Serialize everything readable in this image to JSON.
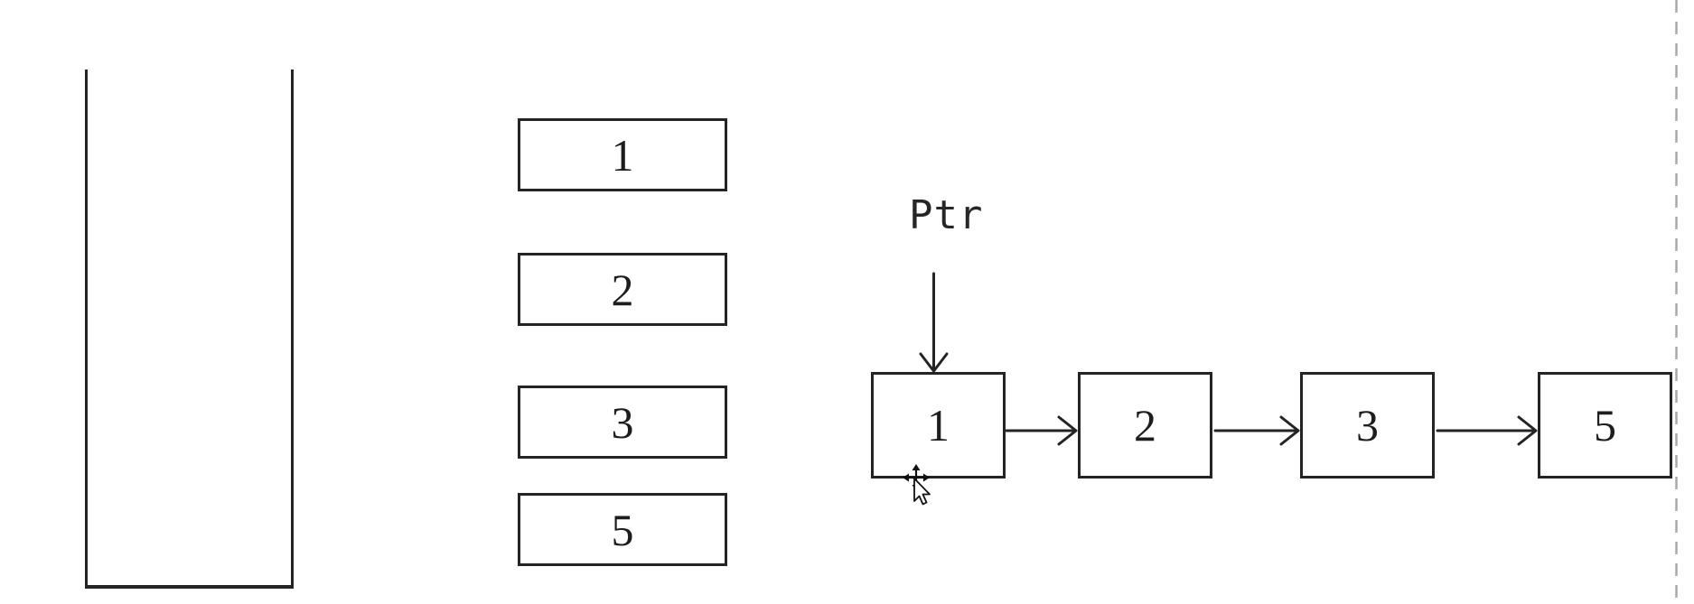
{
  "colors": {
    "background": "#ffffff",
    "stroke": "#242424",
    "text": "#1d1d1d",
    "boundary_dash": "#a9a9a9",
    "cursor_fill": "#ffffff",
    "cursor_outline": "#111111"
  },
  "item_boxes": {
    "values": [
      "1",
      "2",
      "3",
      "5"
    ]
  },
  "linked_list": {
    "pointer_label": "Ptr",
    "nodes": [
      "1",
      "2",
      "3",
      "5"
    ]
  }
}
